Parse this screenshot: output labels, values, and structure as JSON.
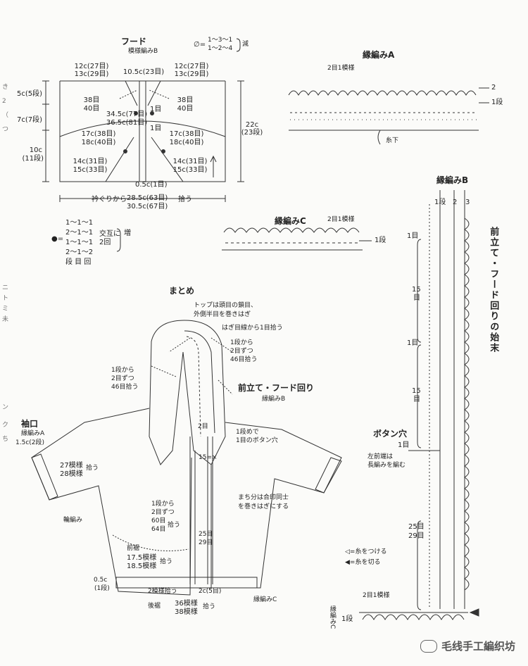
{
  "hood": {
    "title": "フード",
    "pattern": "模様編みB",
    "dec_rule": [
      "1〜3〜1",
      "1〜2〜4"
    ],
    "dec_prefix": "∅=",
    "dec_label": "減",
    "top_left": [
      "12c(27目)",
      "13c(29目)"
    ],
    "top_right": [
      "12c(27目)",
      "13c(29目)"
    ],
    "top_mid": "10.5c(23目)",
    "left_rows": [
      "5c(5段)",
      "7c(7段)",
      "10c",
      "(11段)"
    ],
    "right_height": [
      "22c",
      "(23段)"
    ],
    "r38_left": [
      "38目",
      "40目"
    ],
    "r38_right": [
      "38目",
      "40目"
    ],
    "mid_345": [
      "34.5c(77目)",
      "36.5c(81目)"
    ],
    "one_st_a": "1目",
    "one_st_b": "1目",
    "r17_left": [
      "17c(38目)",
      "18c(40目)"
    ],
    "r17_right": [
      "17c(38目)",
      "18c(40目)"
    ],
    "r14_left": [
      "14c(31目)",
      "15c(33目)"
    ],
    "r14_right": [
      "14c(31目)",
      "15c(33目)"
    ],
    "bottom_05": "0.5c(1目)",
    "pickup_prefix": "衿ぐりから",
    "pickup_a": "28.5c(63目)",
    "pickup_suffix": "拾う",
    "pickup_b": "30.5c(67目)"
  },
  "inc_rule": {
    "lines": [
      "1〜1〜1",
      "2〜1〜1",
      "1〜1〜1",
      "2〜1〜2"
    ],
    "footer": "段 目 回",
    "note1": "交互に",
    "note2": "2回",
    "label": "増"
  },
  "edge_a": {
    "title": "縁編みA",
    "rep": "2目1模様",
    "rows": [
      "2",
      "1段"
    ],
    "cut": "糸下"
  },
  "edge_c": {
    "title": "縁編みC",
    "rep": "2目1模様",
    "row": "1段"
  },
  "edge_b": {
    "title": "縁編みB",
    "cols": [
      "1段",
      "2",
      "3"
    ],
    "side_title": "前立て・フード回りの始末",
    "marks": [
      "1目",
      "15",
      "目",
      "1目",
      "15",
      "目"
    ],
    "buttonhole": "ボタン穴",
    "bh_one": "1目",
    "bh_note": [
      "左前端は",
      "長編みを編む"
    ],
    "bottom_a": "25目",
    "bottom_b": "29目",
    "legend_attach": "◁=糸をつける",
    "legend_cut": "◀=糸を切る",
    "c_label": "縁編みC",
    "c_rep": "2目1模様",
    "c_row": "1段"
  },
  "assembly": {
    "title": "まとめ",
    "top_note": [
      "トップは頭目の鎖目、",
      "外側半目を巻きはぎ"
    ],
    "hagi_note": "はぎ目線から1目拾う",
    "right_pick": [
      "1段から",
      "2目ずつ",
      "46目拾う"
    ],
    "left_pick": [
      "1段から",
      "2目ずつ",
      "46目拾う"
    ],
    "front_title": "前立て・フード回り",
    "front_pattern": "縁編みB",
    "mid_2": "2目",
    "mid_note": [
      "1段めで",
      "1目のボタン穴"
    ],
    "mid_15": "15=×",
    "machi_note": [
      "まち分は合印同士",
      "を巻きはぎにする"
    ],
    "lower_pick": [
      "1段から",
      "2目ずつ",
      "60目",
      "64目"
    ],
    "lower_pick_suffix": "拾う",
    "r25": [
      "25目",
      "29目"
    ],
    "mae_suso": "前裾",
    "hem_a": "17.5模様",
    "hem_b": "18.5模様",
    "hem_pick": "拾う",
    "hem_05": [
      "0.5c",
      "(1段)"
    ],
    "two_pick": "2模様拾う",
    "two_c": "2c(5目)",
    "back_hem": "後裾",
    "back_a": "36模様",
    "back_b": "38模様",
    "back_pick": "拾う",
    "edge_c_label": "縁編みC",
    "cuff": "袖口",
    "cuff_pattern": "縁編みA",
    "cuff_size": "1.5c(2段)",
    "cuff_pick_a": "27模様",
    "cuff_pick_b": "28模様",
    "cuff_pick": "拾う",
    "rib": "輪編み"
  },
  "margin_marks": [
    "き",
    "2",
    "（",
    "つ",
    "ニ",
    "ト",
    "ミ",
    "未",
    "ン",
    "ク",
    "ち"
  ],
  "watermark": "毛线手工編织坊"
}
